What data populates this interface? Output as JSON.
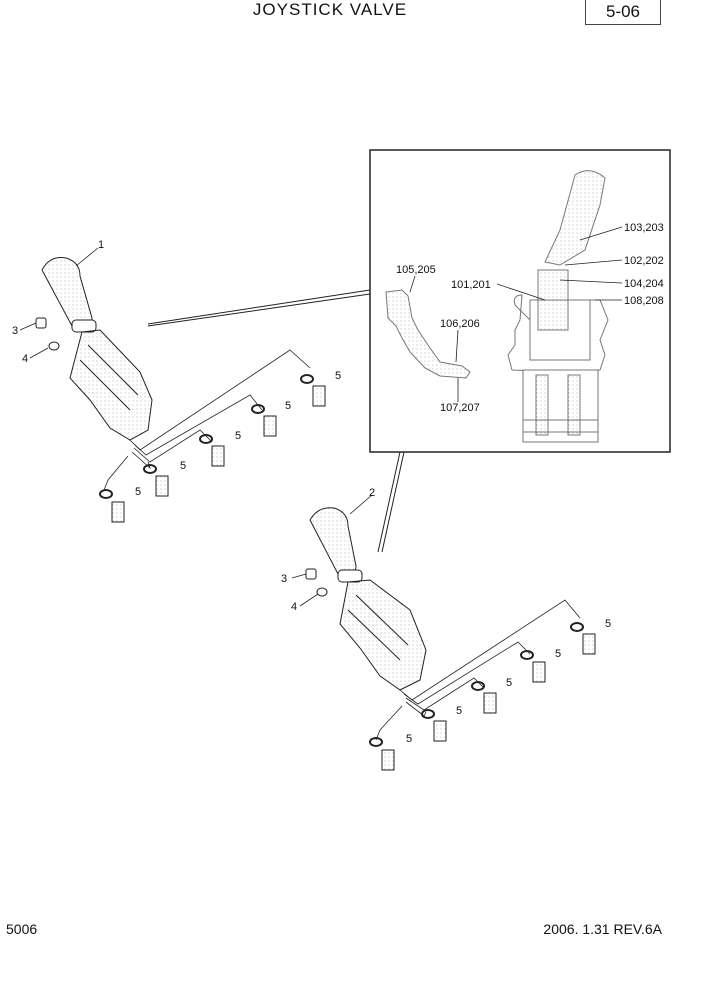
{
  "header": {
    "title": "JOYSTICK VALVE",
    "page_code": "5-06"
  },
  "footer": {
    "doc_number": "5006",
    "revision": "2006. 1.31  REV.6A"
  },
  "callouts": {
    "handle_left": "1",
    "handle_right": "2",
    "bolt": "3",
    "washer": "4",
    "fitting": "5",
    "p101": "101,201",
    "p102": "102,202",
    "p103": "103,203",
    "p104": "104,204",
    "p105": "105,205",
    "p106": "106,206",
    "p107": "107,207",
    "p108": "108,208"
  }
}
